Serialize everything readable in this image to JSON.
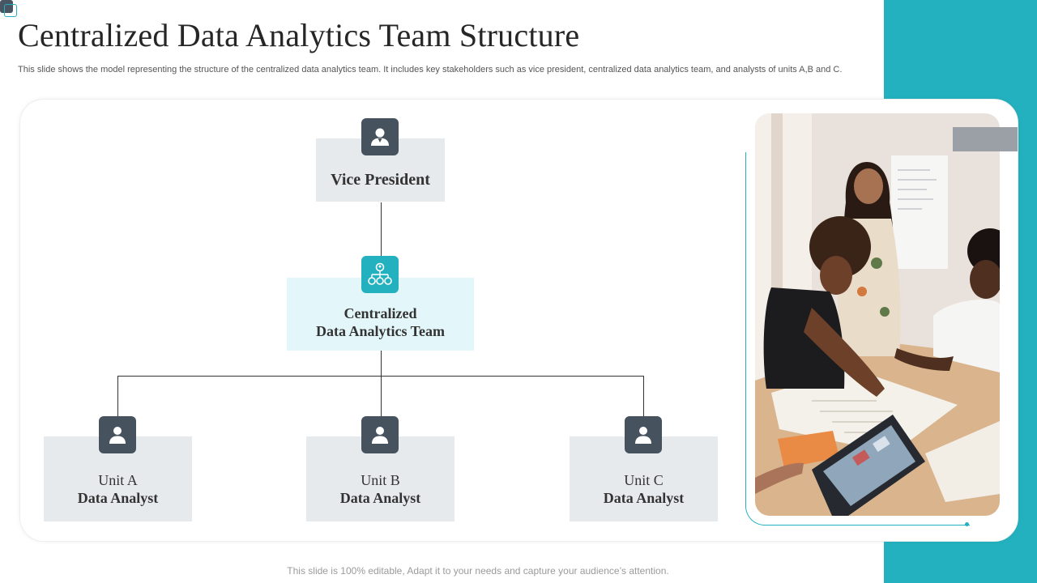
{
  "slide": {
    "title": "Centralized Data Analytics Team Structure",
    "subtitle": "This slide shows the model representing the structure of the centralized data analytics team. It includes key stakeholders such as vice president, centralized data analytics team, and analysts of units A,B and C.",
    "footer": "This slide is 100% editable, Adapt it to your needs and capture your audience’s attention."
  },
  "org_chart": {
    "top": {
      "label": "Vice President",
      "icon": "user-icon"
    },
    "middle": {
      "line1": "Centralized",
      "line2": "Data Analytics Team",
      "icon": "org-hierarchy-icon"
    },
    "units": [
      {
        "line1": "Unit A",
        "line2": "Data Analyst",
        "icon": "user-icon"
      },
      {
        "line1": "Unit B",
        "line2": "Data Analyst",
        "icon": "user-icon"
      },
      {
        "line1": "Unit C",
        "line2": "Data Analyst",
        "icon": "user-icon"
      }
    ]
  },
  "photo": {
    "subject": "team-meeting-photo"
  },
  "colors": {
    "accent_teal": "#24b1bf",
    "icon_dark": "#46525e",
    "box_gray": "#e7eaed",
    "box_cyan": "#e3f6f9",
    "title_text": "#262626"
  }
}
